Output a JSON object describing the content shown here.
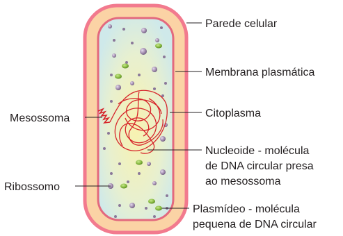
{
  "labels": {
    "cell_wall": "Parede celular",
    "plasma_membrane": "Membrana plasmática",
    "cytoplasm": "Citoplasma",
    "nucleoid_line1": "Nucleoide - molécula",
    "nucleoid_line2": "de DNA circular presa",
    "nucleoid_line3": "ao mesossoma",
    "mesosome": "Mesossoma",
    "ribosome": "Ribossomo",
    "plasmid_line1": "Plasmídeo - molécula",
    "plasmid_line2": "pequena de DNA circular"
  },
  "colors": {
    "cell_wall_outer": "#f27a8e",
    "cell_wall_fill": "#fbd3a5",
    "membrane": "#e3697e",
    "cytoplasm_edge": "#cfe9ea",
    "cytoplasm_center": "#f8f2b0",
    "dna": "#d6242a",
    "ribosome": "#9a86a8",
    "plasmid": "#7fb33a",
    "text": "#231f20"
  }
}
